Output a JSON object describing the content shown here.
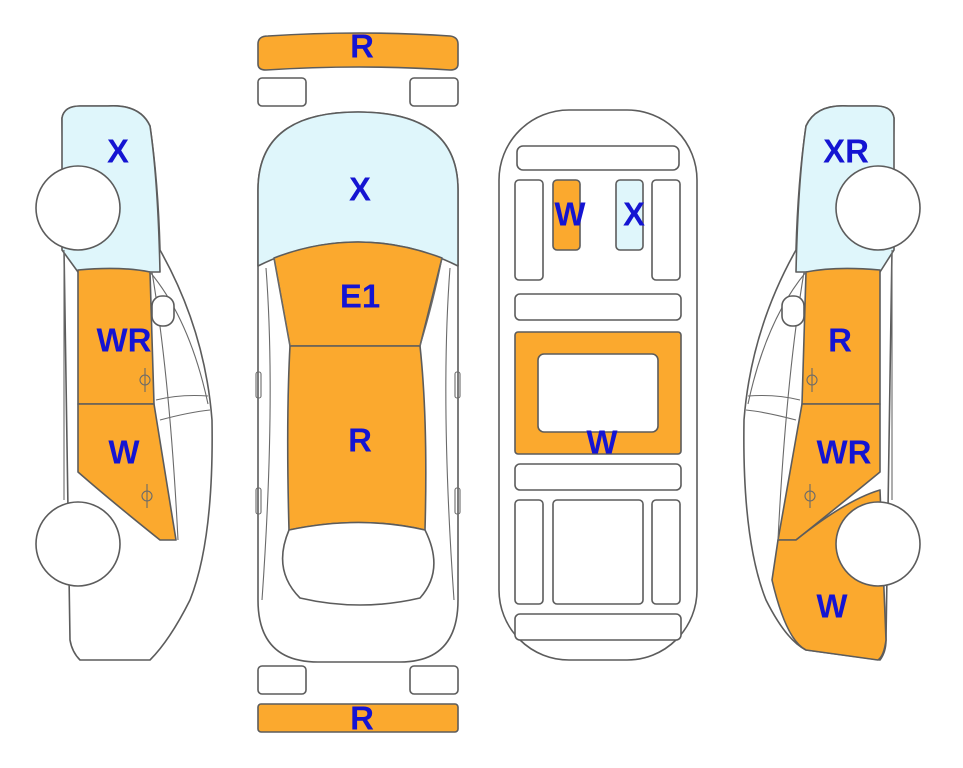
{
  "colors": {
    "damaged": "#fba92e",
    "glass": "#dff6fb",
    "outline": "#5c5c5c",
    "label": "#1414d2",
    "body": "#ffffff"
  },
  "labels": {
    "front_bumper": "R",
    "rear_bumper": "R",
    "windshield": "X",
    "hood": "E1",
    "roof": "R",
    "interior_front_left_seat": "W",
    "interior_front_right_seat": "X",
    "interior_floor": "W",
    "left_front_glass": "X",
    "left_front_door": "WR",
    "left_rear_door": "W",
    "right_front_glass": "XR",
    "right_front_door": "R",
    "right_rear_door": "WR",
    "right_rear_quarter": "W"
  }
}
